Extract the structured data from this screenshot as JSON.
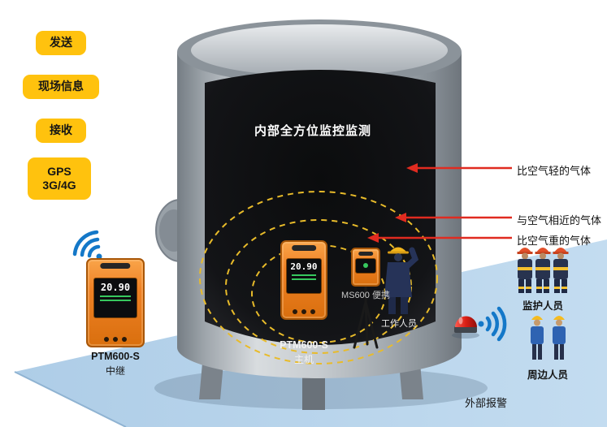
{
  "colors": {
    "accent_yellow": "#ffc20e",
    "floor_blue": "#b9d4ea",
    "device_orange": "#ef8125",
    "arrow_red": "#e02b20",
    "wifi_blue": "#1478c8",
    "ring_dashed_yellow": "#e8bb2a"
  },
  "left_tags": [
    {
      "label": "发送"
    },
    {
      "label": "现场信息"
    },
    {
      "label": "接收"
    },
    {
      "label": "GPS",
      "label2": "3G/4G"
    }
  ],
  "tank": {
    "title": "内部全方位监控监测"
  },
  "gas_annotations": [
    {
      "label": "比空气轻的气体"
    },
    {
      "label": "与空气相近的气体"
    },
    {
      "label": "比空气重的气体"
    }
  ],
  "devices": {
    "relay": {
      "model": "PTM600-S",
      "role": "中继",
      "screen_value": "20.90"
    },
    "main": {
      "model": "PTM600-S",
      "role": "主机",
      "screen_value": "20.90"
    },
    "portable": {
      "label": "MS600 便携"
    }
  },
  "people": {
    "worker_label": "工作人员",
    "guard_label": "监护人员",
    "nearby_label": "周边人员"
  },
  "alarm_label": "外部报警"
}
